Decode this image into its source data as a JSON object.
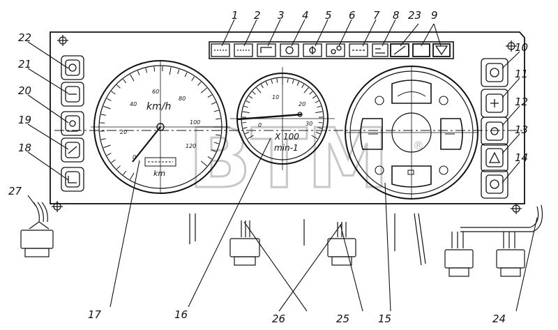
{
  "callouts": [
    {
      "n": "1"
    },
    {
      "n": "2"
    },
    {
      "n": "3"
    },
    {
      "n": "4"
    },
    {
      "n": "5"
    },
    {
      "n": "6"
    },
    {
      "n": "7"
    },
    {
      "n": "8"
    },
    {
      "n": "23"
    },
    {
      "n": "9"
    },
    {
      "n": "10"
    },
    {
      "n": "11"
    },
    {
      "n": "12"
    },
    {
      "n": "13"
    },
    {
      "n": "14"
    },
    {
      "n": "22"
    },
    {
      "n": "21"
    },
    {
      "n": "20"
    },
    {
      "n": "19"
    },
    {
      "n": "18"
    },
    {
      "n": "27"
    },
    {
      "n": "17"
    },
    {
      "n": "16"
    },
    {
      "n": "26"
    },
    {
      "n": "25"
    },
    {
      "n": "15"
    },
    {
      "n": "24"
    }
  ],
  "speedometer": {
    "unit": "km/h",
    "ticks": [
      "0",
      "20",
      "40",
      "60",
      "80",
      "100",
      "120"
    ],
    "odometer_label": "km"
  },
  "tachometer": {
    "multiplier": "X 100",
    "unit": "min-1",
    "ticks": [
      "0",
      "10",
      "20",
      "30"
    ]
  },
  "watermark": {
    "text": "BTM",
    "mark": "®"
  }
}
